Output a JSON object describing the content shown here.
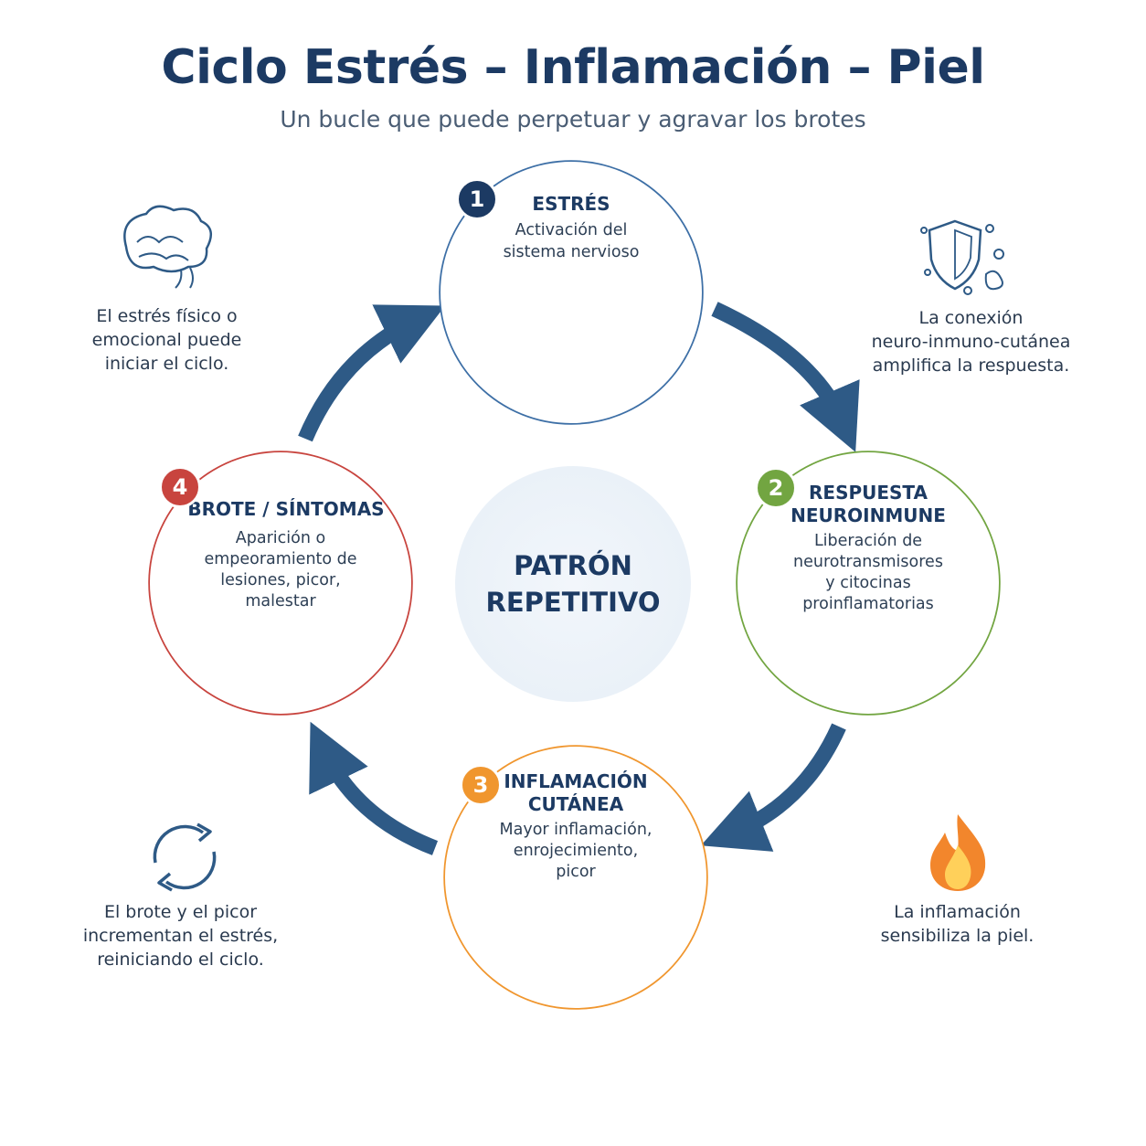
{
  "header": {
    "title": "Ciclo Estrés – Inflamación – Piel",
    "subtitle": "Un bucle que puede perpetuar y agravar los brotes"
  },
  "center": {
    "line1": "PATRÓN",
    "line2": "REPETITIVO"
  },
  "stages": [
    {
      "number": "1",
      "title_lines": [
        "ESTRÉS"
      ],
      "desc_lines": [
        "Activación del",
        "sistema nervioso"
      ],
      "color": "#3d6fa6"
    },
    {
      "number": "2",
      "title_lines": [
        "RESPUESTA",
        "NEUROINMUNE"
      ],
      "desc_lines": [
        "Liberación de",
        "neurotransmisores",
        "y citocinas",
        "proinflamatorias"
      ],
      "color": "#72a541"
    },
    {
      "number": "3",
      "title_lines": [
        "INFLAMACIÓN",
        "CUTÁNEA"
      ],
      "desc_lines": [
        "Mayor inflamación,",
        "enrojecimiento,",
        "picor"
      ],
      "color": "#f0962e"
    },
    {
      "number": "4",
      "title_lines": [
        "BROTE / SÍNTOMAS"
      ],
      "desc_lines": [
        "Aparición o",
        "empeoramiento de",
        "lesiones, picor,",
        "malestar"
      ],
      "color": "#c8443e"
    }
  ],
  "notes": {
    "top_left": [
      "El estrés físico o",
      "emocional puede",
      "iniciar el ciclo."
    ],
    "top_right": [
      "La conexión",
      "neuro-inmuno-cutánea",
      "amplifica la respuesta."
    ],
    "bottom_left": [
      "El brote y el picor",
      "incrementan el estrés,",
      "reiniciando el ciclo."
    ],
    "bottom_right": [
      "La inflamación",
      "sensibiliza la piel."
    ]
  },
  "icons": {
    "top_left": "brain-outline-icon",
    "top_right": "shield-immune-icon",
    "bottom_left": "cycle-arrows-icon",
    "bottom_right": "flame-icon"
  },
  "colors": {
    "arrow": "#2e5a86",
    "title": "#1c3a63"
  }
}
